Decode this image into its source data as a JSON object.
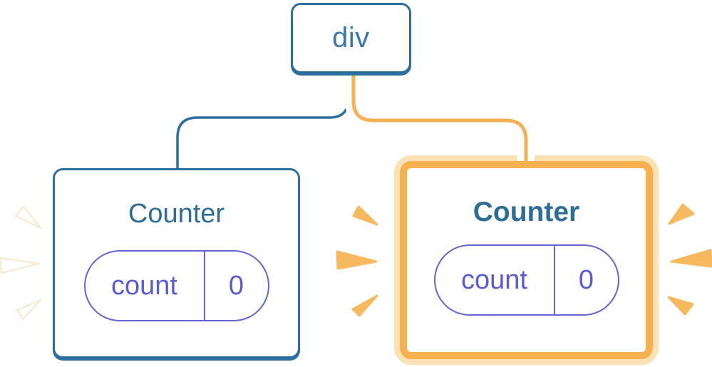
{
  "root_node": {
    "label": "div"
  },
  "children": [
    {
      "title": "Counter",
      "state_key": "count",
      "state_value": "0",
      "highlighted": false
    },
    {
      "title": "Counter",
      "state_key": "count",
      "state_value": "0",
      "highlighted": true
    }
  ],
  "colors": {
    "tree_blue": "#2E6F9F",
    "node_text_blue": "#3A78AA",
    "title_blue": "#2E6D95",
    "state_purple": "#5B5BD6",
    "pill_border_purple": "#6363D1",
    "highlight_orange": "#F6B155",
    "highlight_border_orange": "#F6B04E",
    "highlight_glow": "#FBE2B5",
    "spark_orange": "#F7B95D"
  }
}
